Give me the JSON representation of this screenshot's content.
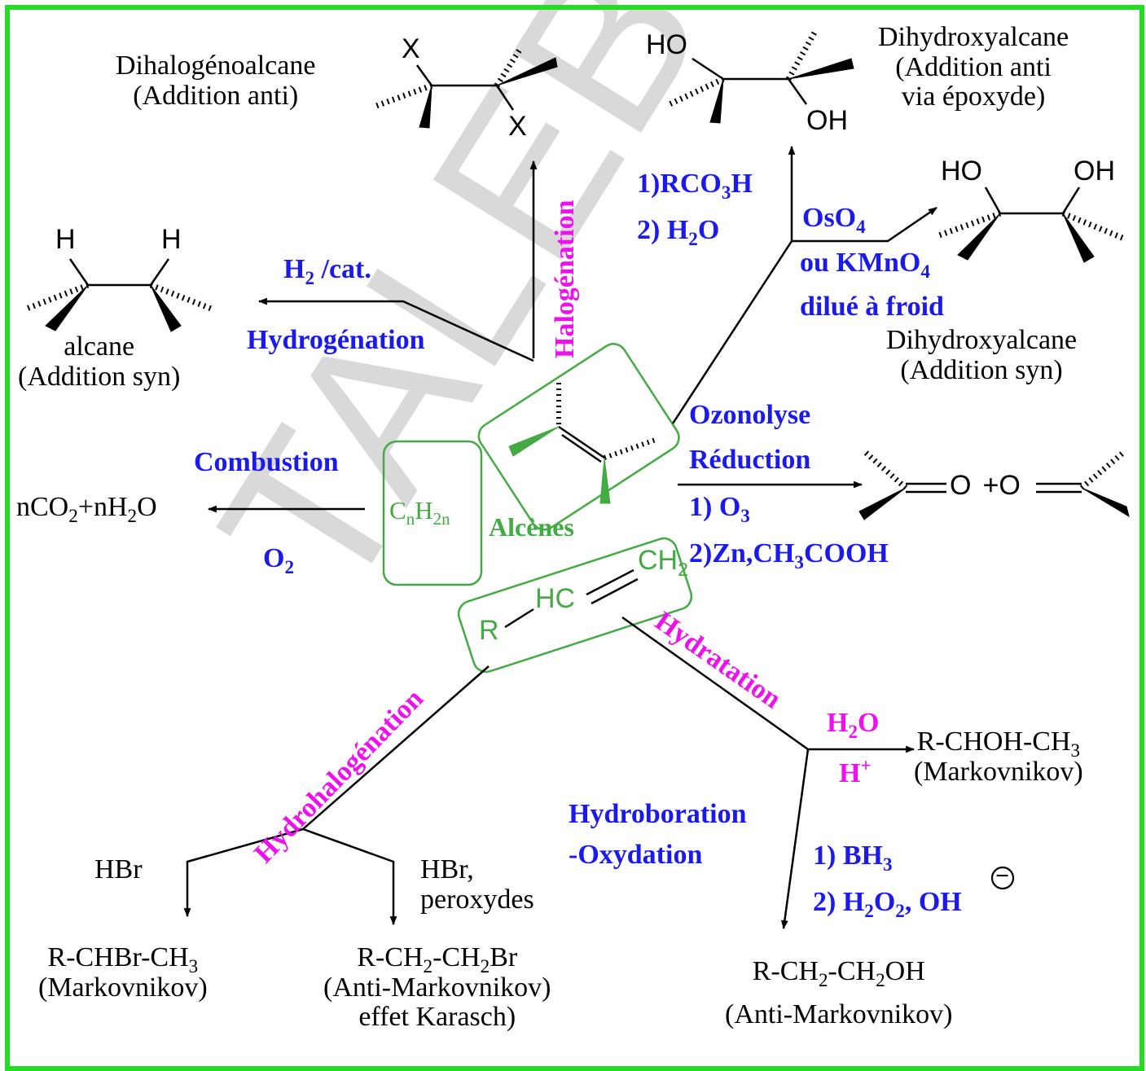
{
  "watermark": "TALEB Pharma",
  "center": {
    "formula_c": "C",
    "formula_n1": "n",
    "formula_h": "H",
    "formula_n2": "2n",
    "label": "Alcènes",
    "vinyl_r": "R",
    "vinyl_hc": "HC",
    "vinyl_ch": "CH",
    "vinyl_2": "2"
  },
  "halogenation": {
    "name": "Halogénation",
    "product_l1": "Dihalogénoalcane",
    "product_l2": "(Addition anti)",
    "atom_x": "X"
  },
  "hydrogenation": {
    "reagent_h": "H",
    "reagent_2": "2",
    "reagent_rest": " /cat.",
    "name": "Hydrogénation",
    "atom_h": "H",
    "product_l1": "alcane",
    "product_l2": "(Addition syn)"
  },
  "combustion": {
    "name": "Combustion",
    "reagent_o": "O",
    "reagent_2": "2",
    "p1": "nCO",
    "p2": "2",
    "p3": "+nH",
    "p4": "2",
    "p5": "O"
  },
  "epoxidation": {
    "step1_a": "1)RCO",
    "step1_3": "3",
    "step1_b": "H",
    "step2_a": "2) H",
    "step2_2": "2",
    "step2_b": "O",
    "product_l1": "Dihydroxyalcane",
    "product_l2": "(Addition anti",
    "product_l3": "via époxyde)",
    "atom_ho": "HO",
    "atom_oh": "OH"
  },
  "dihydroxylation": {
    "r1_a": "OsO",
    "r1_4": "4",
    "r2_a": "ou KMnO",
    "r2_4": "4",
    "r3": "dilué à froid",
    "product_l1": "Dihydroxyalcane",
    "product_l2": "(Addition syn)",
    "atom_ho": "HO",
    "atom_oh": "OH"
  },
  "ozonolysis": {
    "name_l1": "Ozonolyse",
    "name_l2": "Réduction",
    "step1_a": "1) O",
    "step1_3": "3",
    "step2_a": "2)Zn,CH",
    "step2_3": "3",
    "step2_b": "COOH",
    "atom_o1": "O",
    "plus": "+",
    "atom_o2": "O"
  },
  "hydration": {
    "name": "Hydratation",
    "reagent_h": "H",
    "reagent_2": "2",
    "reagent_o": "O",
    "reagent_hp": "H",
    "reagent_plus": "+",
    "product_a": "R-CHOH-CH",
    "product_3": "3",
    "product_l2": "(Markovnikov)"
  },
  "hydroboration": {
    "name_l1": "Hydroboration",
    "name_l2": "-Oxydation",
    "step1_a": "1) BH",
    "step1_3": "3",
    "step2_a": "2) H",
    "step2_2a": "2",
    "step2_b": "O",
    "step2_2b": "2",
    "step2_c": ", OH",
    "charge": "−",
    "product_a": "R-CH",
    "product_2a": "2",
    "product_b": "-CH",
    "product_2b": "2",
    "product_c": "OH",
    "product_l2": "(Anti-Markovnikov)"
  },
  "hydrohalogenation": {
    "name": "Hydrohalogénation",
    "left_reagent": "HBr",
    "left_product_a": "R-CHBr-CH",
    "left_product_3": "3",
    "left_product_l2": "(Markovnikov)",
    "right_reagent_l1": "HBr,",
    "right_reagent_l2": "peroxydes",
    "right_product_a": "R-CH",
    "right_product_2a": "2",
    "right_product_b": "-CH",
    "right_product_2b": "2",
    "right_product_c": "Br",
    "right_product_l2": "(Anti-Markovnikov)",
    "right_product_l3": "effet Karasch)"
  }
}
